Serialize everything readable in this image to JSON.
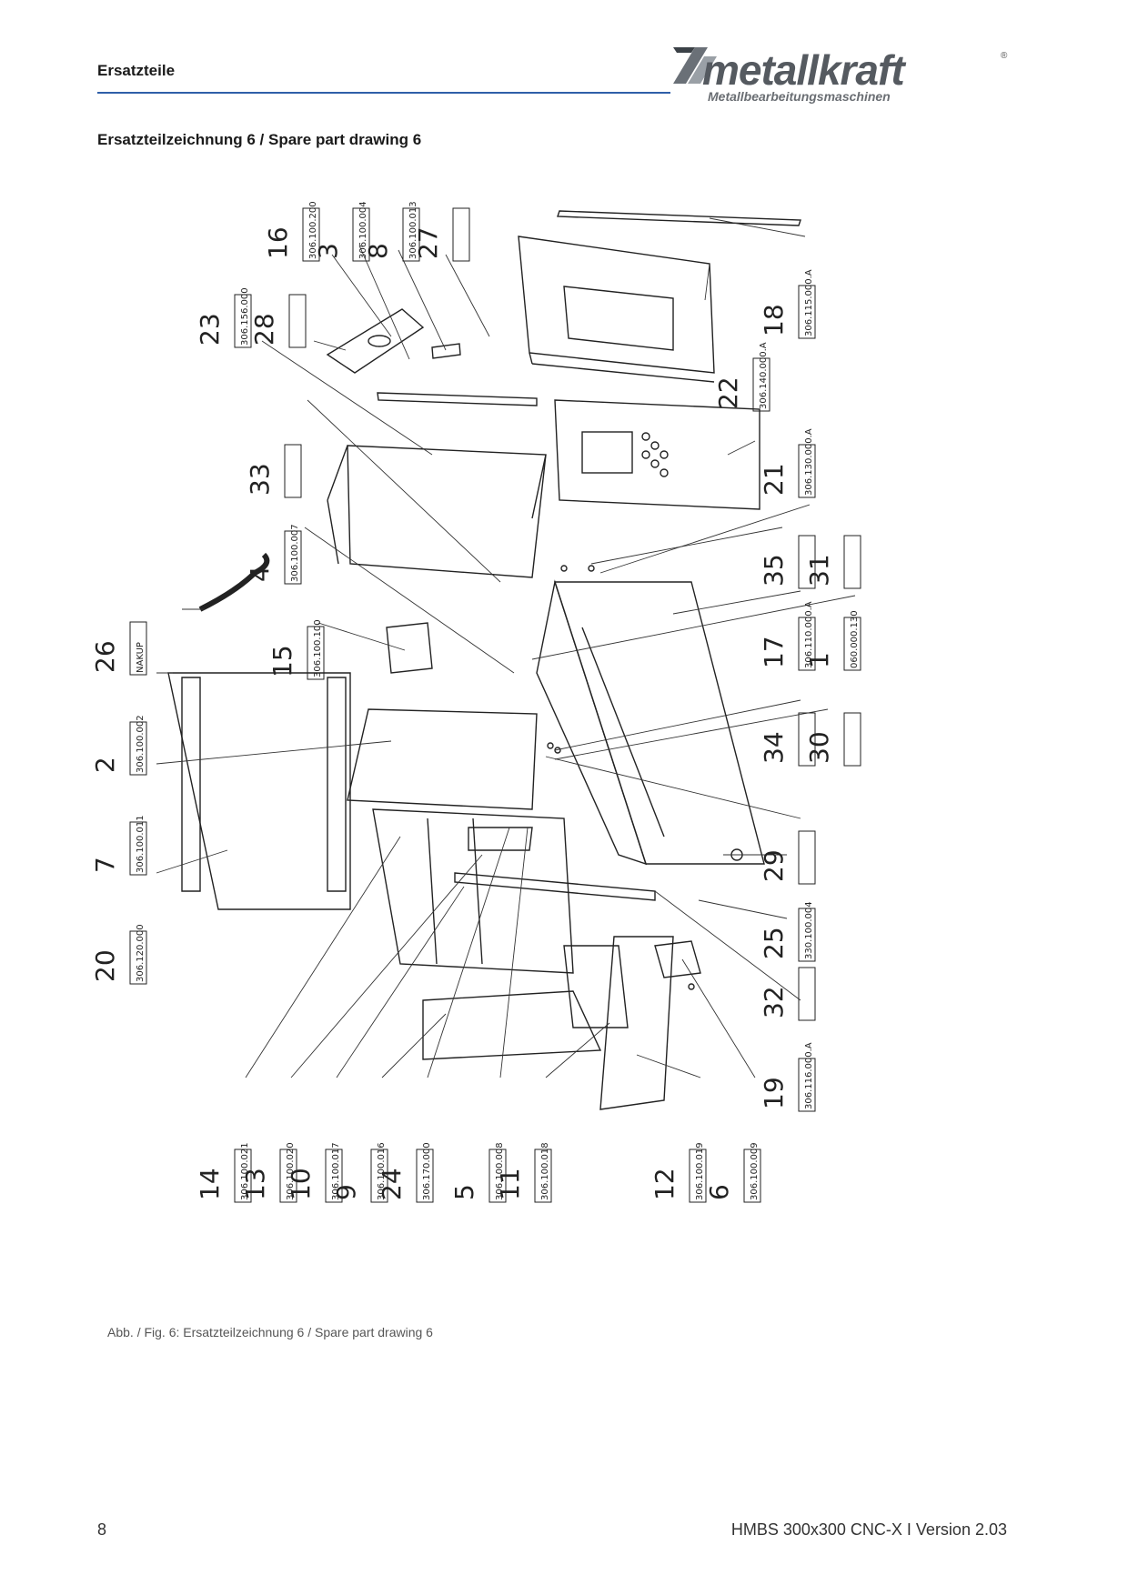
{
  "header": {
    "section": "Ersatzteile",
    "logo_text": "metallkraft",
    "logo_registered": "®",
    "logo_subtitle": "Metallbearbeitungsmaschinen"
  },
  "title": "Ersatzteilzeichnung 6 / Spare part drawing 6",
  "callouts": [
    {
      "num": "16",
      "code": "306.100.200"
    },
    {
      "num": "3",
      "code": "306.100.004"
    },
    {
      "num": "8",
      "code": "306.100.013"
    },
    {
      "num": "27",
      "code": ""
    },
    {
      "num": "23",
      "code": "306.156.000"
    },
    {
      "num": "28",
      "code": ""
    },
    {
      "num": "18",
      "code": "306.115.000.A"
    },
    {
      "num": "22",
      "code": "306.140.000.A"
    },
    {
      "num": "33",
      "code": ""
    },
    {
      "num": "21",
      "code": "306.130.000.A"
    },
    {
      "num": "4",
      "code": "306.100.007"
    },
    {
      "num": "35",
      "code": ""
    },
    {
      "num": "31",
      "code": ""
    },
    {
      "num": "26",
      "code": "NAKUP"
    },
    {
      "num": "15",
      "code": "306.100.100"
    },
    {
      "num": "17",
      "code": "306.110.000.A"
    },
    {
      "num": "1",
      "code": "060.000.130"
    },
    {
      "num": "2",
      "code": "306.100.002"
    },
    {
      "num": "34",
      "code": ""
    },
    {
      "num": "30",
      "code": ""
    },
    {
      "num": "7",
      "code": "306.100.011"
    },
    {
      "num": "29",
      "code": ""
    },
    {
      "num": "25",
      "code": "330.100.004"
    },
    {
      "num": "20",
      "code": "306.120.000"
    },
    {
      "num": "32",
      "code": ""
    },
    {
      "num": "19",
      "code": "306.116.000.A"
    },
    {
      "num": "14",
      "code": "306.100.021"
    },
    {
      "num": "13",
      "code": "306.100.020"
    },
    {
      "num": "10",
      "code": "306.100.017"
    },
    {
      "num": "9",
      "code": "306.100.016"
    },
    {
      "num": "24",
      "code": "306.170.000"
    },
    {
      "num": "5",
      "code": "306.100.008"
    },
    {
      "num": "11",
      "code": "306.100.018"
    },
    {
      "num": "12",
      "code": "306.100.019"
    },
    {
      "num": "6",
      "code": "306.100.009"
    }
  ],
  "caption": "Abb. / Fig. 6: Ersatzteilzeichnung 6 / Spare part drawing 6",
  "footer": {
    "page_number": "8",
    "doc_version": "HMBS 300x300 CNC-X I Version 2.03"
  },
  "colors": {
    "accent": "#2f5fa8",
    "logo_gray": "#555a60"
  }
}
